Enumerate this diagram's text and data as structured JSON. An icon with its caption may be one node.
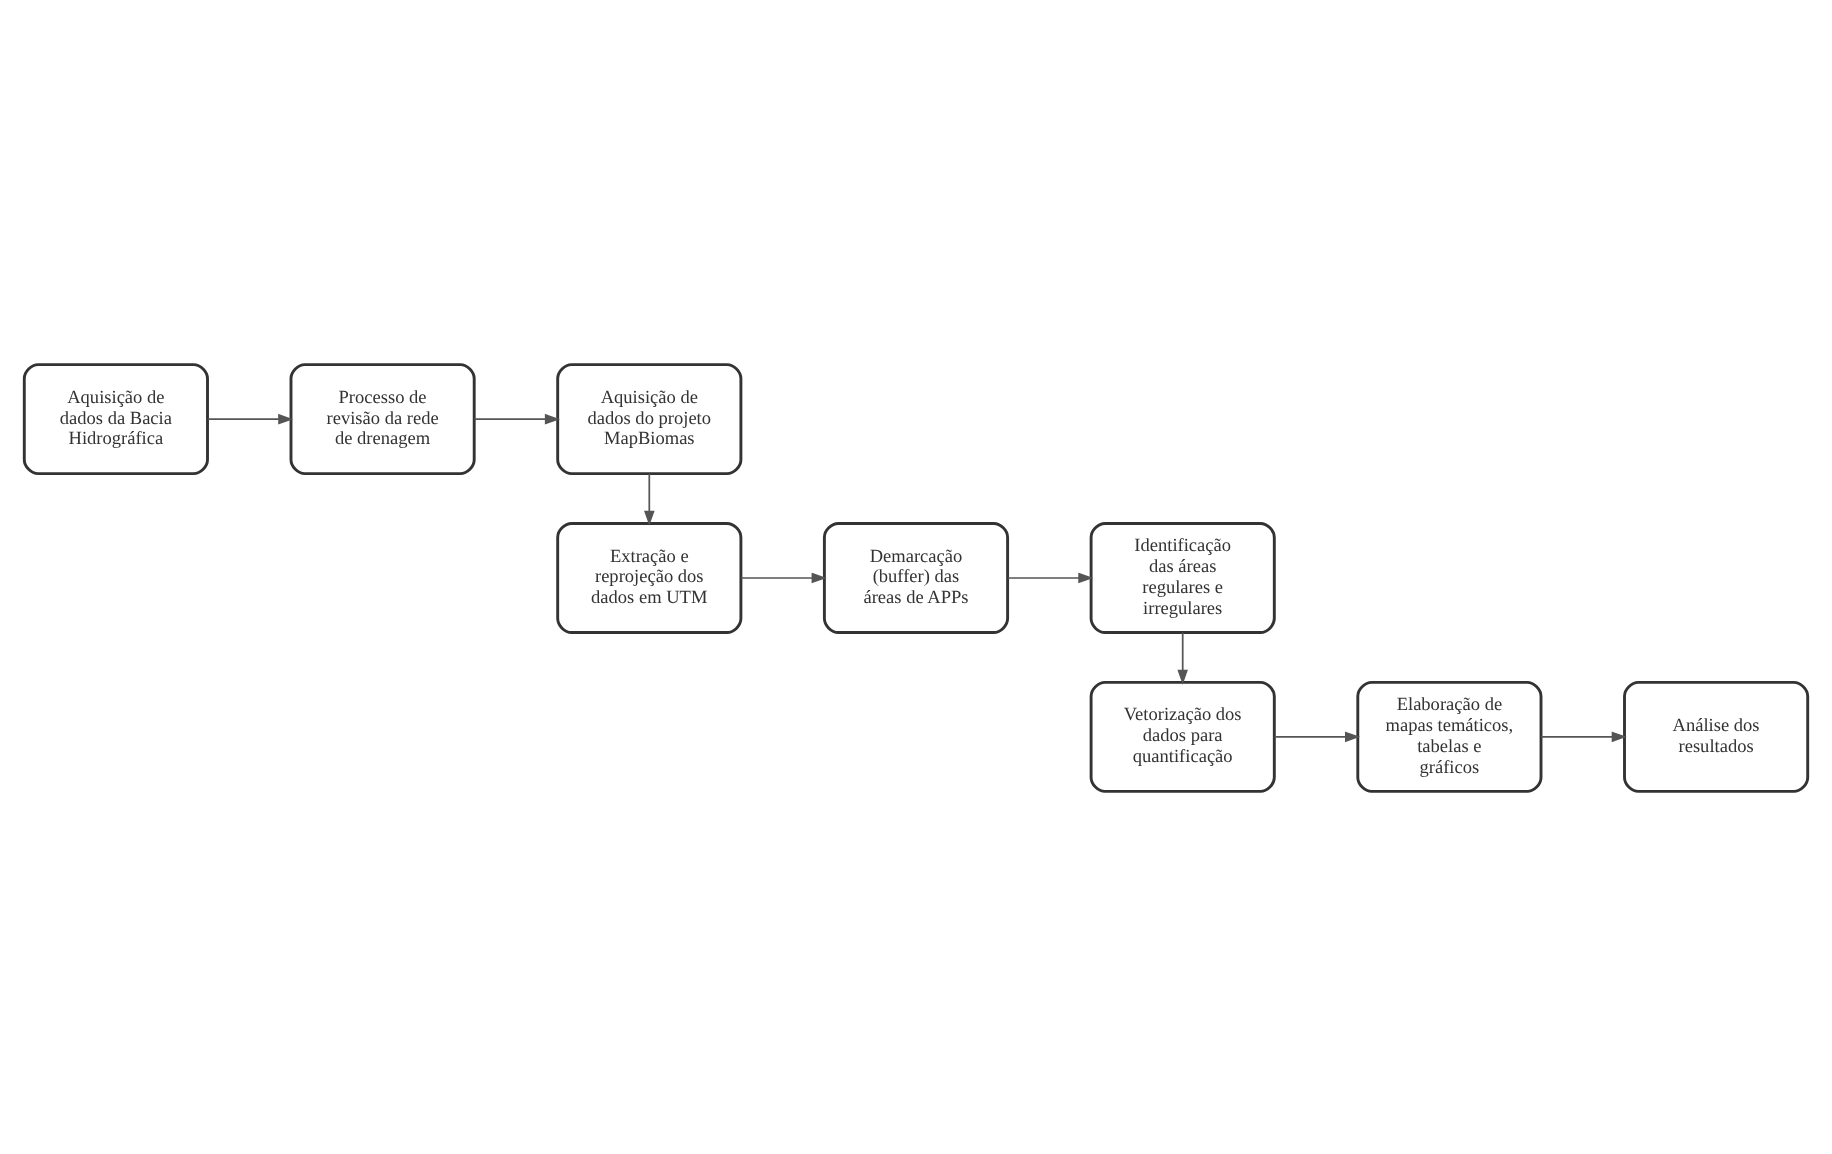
{
  "diagram": {
    "nodes": [
      {
        "text": [
          "Aquisição de dados da Bacia Hidrográfica"
        ]
      },
      {
        "text": [
          "Processo de revisão da rede de drenagem"
        ]
      },
      {
        "text": [
          "Aquisição de dados do projeto MapBiomas"
        ]
      },
      {
        "text": [
          "Extração e reprojeção dos dados em UTM"
        ]
      },
      {
        "text": [
          "Demarcação (buffer) das áreas de APPs"
        ]
      },
      {
        "text": [
          "Identificação das áreas regulares e irregulares"
        ]
      },
      {
        "text": [
          "Vetorização dos dados para quantificação"
        ]
      },
      {
        "text": [
          "Elaboração de mapas temáticos, tabelas e gráficos"
        ]
      },
      {
        "text": [
          "Análise dos resultados"
        ]
      }
    ],
    "edges": [
      {
        "from": 0,
        "to": 1,
        "arrow": "to"
      },
      {
        "from": 1,
        "to": 2,
        "arrow": "to"
      },
      {
        "from": 2,
        "to": 3,
        "arrow": "to"
      },
      {
        "from": 3,
        "to": 4,
        "arrow": "to"
      },
      {
        "from": 4,
        "to": 5,
        "arrow": "to"
      },
      {
        "from": 5,
        "to": 6,
        "arrow": "to"
      },
      {
        "from": 6,
        "to": 7,
        "arrow": "to"
      },
      {
        "from": 7,
        "to": 8,
        "arrow": "to"
      }
    ]
  }
}
